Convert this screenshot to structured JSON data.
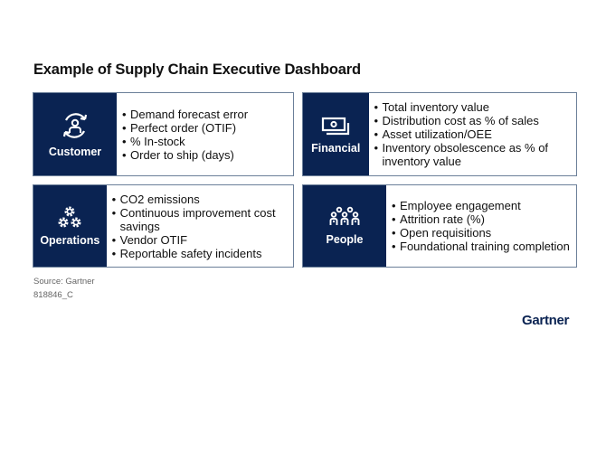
{
  "title": "Example of Supply Chain Executive Dashboard",
  "colors": {
    "navy": "#0a2352",
    "border": "#6b7f99"
  },
  "cards": [
    {
      "category": "Customer",
      "icon": "customer-cycle-icon",
      "items": [
        "Demand forecast error",
        "Perfect order (OTIF)",
        "% In-stock",
        "Order to ship (days)"
      ]
    },
    {
      "category": "Financial",
      "icon": "money-bills-icon",
      "items": [
        "Total inventory value",
        "Distribution cost as % of sales",
        "Asset utilization/OEE",
        "Inventory obsolescence as % of inventory value"
      ]
    },
    {
      "category": "Operations",
      "icon": "gears-icon",
      "items": [
        "CO2 emissions",
        "Continuous improvement cost savings",
        "Vendor OTIF",
        "Reportable safety incidents"
      ]
    },
    {
      "category": "People",
      "icon": "people-group-icon",
      "items": [
        "Employee engagement",
        "Attrition rate (%)",
        "Open requisitions",
        "Foundational training completion"
      ]
    }
  ],
  "footer": {
    "source": "Source: Gartner",
    "code": "818846_C"
  },
  "logo": "Gartner"
}
